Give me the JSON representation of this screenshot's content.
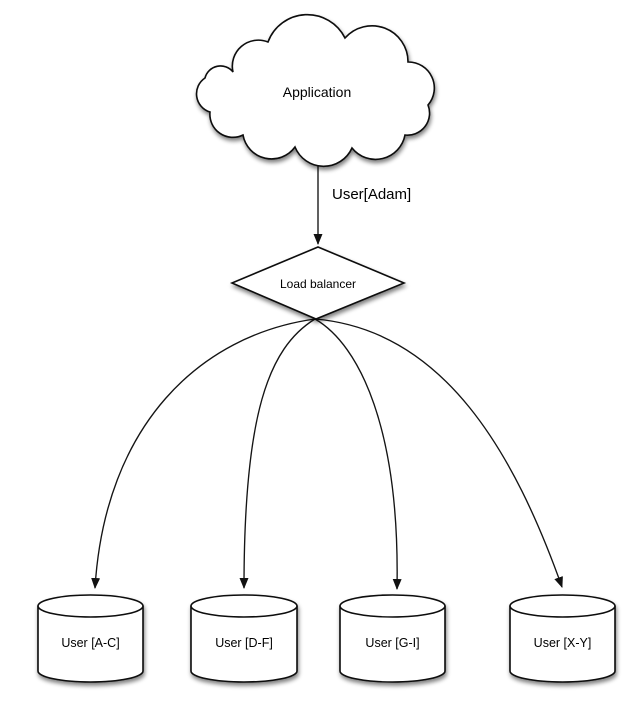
{
  "diagram": {
    "background_color": "#ffffff",
    "shape_fill": "#ffffff",
    "line_color": "#000000",
    "nodes": {
      "application": {
        "shape": "cloud",
        "label": "Application"
      },
      "load_balancer": {
        "shape": "diamond",
        "label": "Load balancer"
      },
      "shards": [
        {
          "shape": "cylinder",
          "label": "User [A-C]"
        },
        {
          "shape": "cylinder",
          "label": "User [D-F]"
        },
        {
          "shape": "cylinder",
          "label": "User [G-I]"
        },
        {
          "shape": "cylinder",
          "label": "User [X-Y]"
        }
      ]
    },
    "edges": [
      {
        "from": "application",
        "to": "load_balancer",
        "label": "User[Adam]"
      },
      {
        "from": "load_balancer",
        "to": "shard_0",
        "label": ""
      },
      {
        "from": "load_balancer",
        "to": "shard_1",
        "label": ""
      },
      {
        "from": "load_balancer",
        "to": "shard_2",
        "label": ""
      },
      {
        "from": "load_balancer",
        "to": "shard_3",
        "label": ""
      }
    ]
  }
}
